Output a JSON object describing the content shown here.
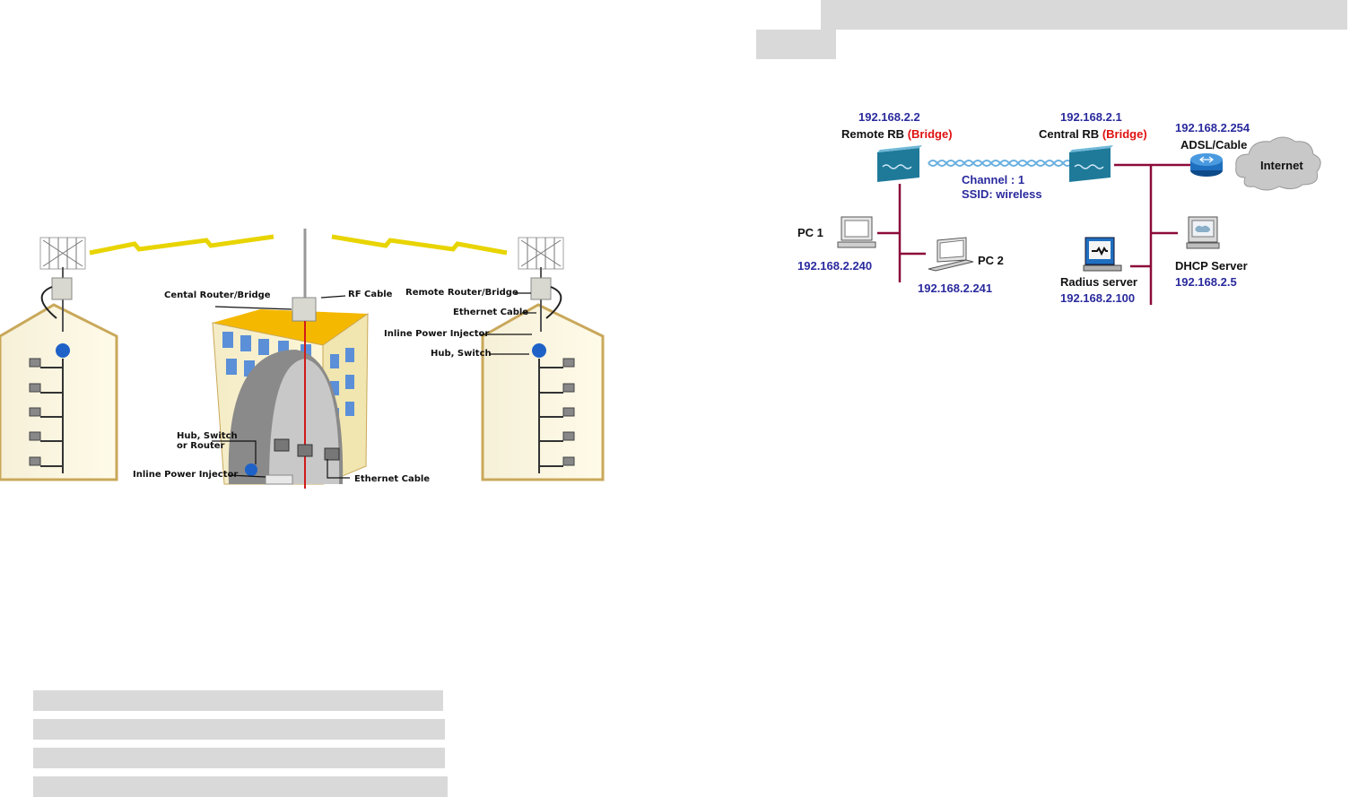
{
  "left_diagram": {
    "labels": {
      "central": "Cental  Router/Bridge",
      "rf_cable": "RF Cable",
      "remote": "Remote  Router/Bridge",
      "ethernet_top": "Ethernet Cable",
      "inline_top": "Inline Power Injector",
      "hub_switch": "Hub, Switch",
      "hub_switch_router_1": "Hub, Switch",
      "hub_switch_router_2": "or Router",
      "inline_bottom": "Inline Power Injector",
      "ethernet_bottom": "Ethernet Cable"
    }
  },
  "right_diagram": {
    "remote_ip": "192.168.2.2",
    "remote_name": "Remote RB",
    "remote_mode": "(Bridge)",
    "central_ip": "192.168.2.1",
    "central_name": "Central RB",
    "central_mode": "(Bridge)",
    "adsl_ip": "192.168.2.254",
    "adsl_name": "ADSL/Cable",
    "internet": "Internet",
    "channel": "Channel : 1",
    "ssid": "SSID: wireless",
    "pc1_name": "PC 1",
    "pc1_ip": "192.168.2.240",
    "pc2_name": "PC 2",
    "pc2_ip": "192.168.2.241",
    "radius_name": "Radius server",
    "radius_ip": "192.168.2.100",
    "dhcp_name": "DHCP Server",
    "dhcp_ip": "192.168.2.5"
  },
  "colors": {
    "label_blue": "#2a2a9e",
    "bridge_red": "#e01010",
    "cable": "#8b0a3a",
    "bar_gray": "#d9d9d9",
    "device_teal": "#1f7a9a"
  }
}
